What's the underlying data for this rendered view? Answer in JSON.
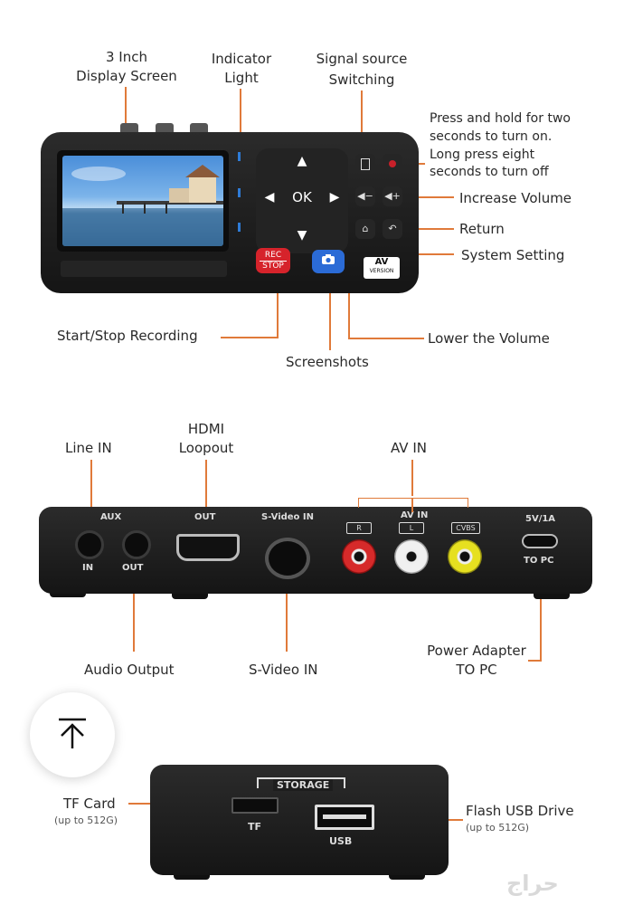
{
  "top_labels": {
    "display": "3 Inch\nDisplay Screen",
    "display_l1": "3 Inch",
    "display_l2": "Display Screen",
    "indicator_l1": "Indicator",
    "indicator_l2": "Light",
    "signal_l1": "Signal source",
    "signal_l2": "Switching",
    "power_l1": "Press and hold for two",
    "power_l2": "seconds to turn on.",
    "power_l3": "Long press eight",
    "power_l4": "seconds to turn off",
    "increase_volume": "Increase Volume",
    "return": "Return",
    "system_setting": "System Setting",
    "start_stop": "Start/Stop Recording",
    "lower_volume": "Lower the Volume",
    "screenshots": "Screenshots"
  },
  "front_device": {
    "ok": "OK",
    "up": "▲",
    "down": "▼",
    "left": "◀",
    "right": "▶",
    "rec_l1": "REC",
    "rec_l2": "STOP",
    "camera": "📷",
    "av_l1": "AV",
    "av_l2": "VERSION"
  },
  "back_labels": {
    "line_in": "Line IN",
    "hdmi_l1": "HDMI",
    "hdmi_l2": "Loopout",
    "av_in": "AV IN",
    "audio_output": "Audio Output",
    "svideo_in": "S-Video IN",
    "power_l1": "Power Adapter",
    "power_l2": "TO PC"
  },
  "back_device": {
    "aux": "AUX",
    "in": "IN",
    "out": "OUT",
    "hdmi_out": "OUT",
    "svideo": "S-Video IN",
    "av_in": "AV IN",
    "r": "R",
    "l": "L",
    "cvbs": "CVBS",
    "power": "5V/1A",
    "to_pc": "TO PC"
  },
  "side_labels": {
    "tf_card": "TF Card",
    "tf_sub": "(up to 512G)",
    "flash_usb": "Flash USB Drive",
    "flash_sub": "(up to 512G)"
  },
  "side_device": {
    "storage": "STORAGE",
    "tf": "TF",
    "usb": "USB"
  },
  "scroll_top": {
    "icon": "arrow-up-bar"
  },
  "watermark": "حراج",
  "colors": {
    "accent": "#e07a3a",
    "rec": "#d6232b",
    "camera": "#2b6bd6"
  }
}
